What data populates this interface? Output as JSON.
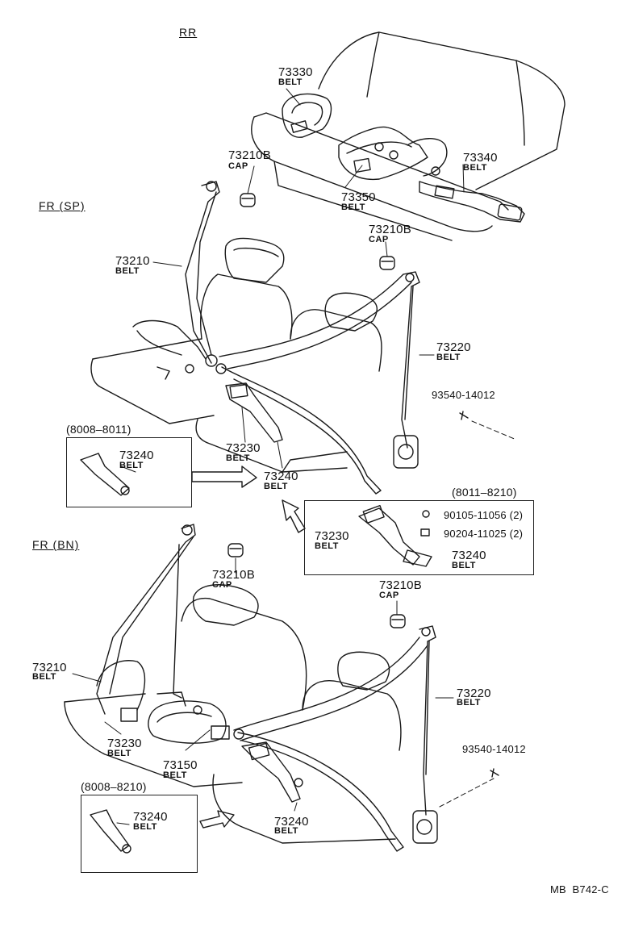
{
  "sections": {
    "rear": "RR",
    "front_sp": "FR (SP)",
    "front_bn": "FR (BN)"
  },
  "rear": {
    "belt_73330": {
      "num": "73330",
      "sub": "BELT"
    },
    "belt_73340": {
      "num": "73340",
      "sub": "BELT"
    },
    "belt_73350": {
      "num": "73350",
      "sub": "BELT"
    },
    "cap_left": {
      "num": "73210B",
      "sub": "CAP"
    },
    "cap_right": {
      "num": "73210B",
      "sub": "CAP"
    }
  },
  "front_sp": {
    "belt_73210": {
      "num": "73210",
      "sub": "BELT"
    },
    "belt_73220": {
      "num": "73220",
      "sub": "BELT"
    },
    "bolt": {
      "num": "93540-14012"
    },
    "belt_73230": {
      "num": "73230",
      "sub": "BELT"
    },
    "belt_73240": {
      "num": "73240",
      "sub": "BELT"
    },
    "inset_left": {
      "range": "(8008–8011)",
      "num": "73240",
      "sub": "BELT"
    },
    "inset_right": {
      "range": "(8011–8210)",
      "part1": "90105-11056 (2)",
      "part2": "90204-11025 (2)",
      "belt_73230": {
        "num": "73230",
        "sub": "BELT"
      },
      "belt_73240": {
        "num": "73240",
        "sub": "BELT"
      }
    }
  },
  "front_bn": {
    "cap_left": {
      "num": "73210B",
      "sub": "CAP"
    },
    "cap_right": {
      "num": "73210B",
      "sub": "CAP"
    },
    "belt_73210": {
      "num": "73210",
      "sub": "BELT"
    },
    "belt_73220": {
      "num": "73220",
      "sub": "BELT"
    },
    "bolt": {
      "num": "93540-14012"
    },
    "belt_73230": {
      "num": "73230",
      "sub": "BELT"
    },
    "belt_73150": {
      "num": "73150",
      "sub": "BELT"
    },
    "belt_73240": {
      "num": "73240",
      "sub": "BELT"
    },
    "inset": {
      "range": "(8008–8210)",
      "num": "73240",
      "sub": "BELT"
    }
  },
  "footer": "MB  B742-C"
}
